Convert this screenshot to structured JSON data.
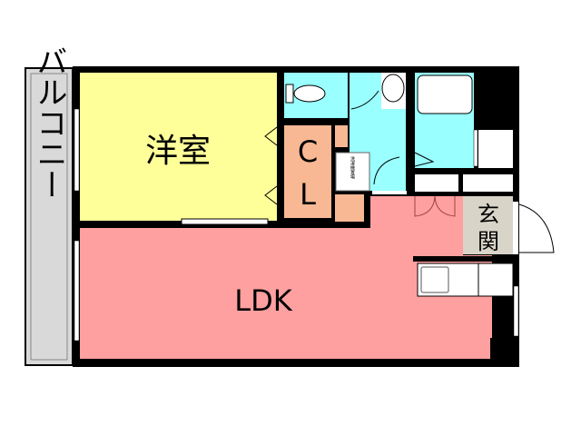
{
  "floor_plan": {
    "rooms": {
      "balcony": {
        "label": "バルコニー",
        "color": "#d9d9d9"
      },
      "western_room": {
        "label": "洋室",
        "color": "#ffff99"
      },
      "closet": {
        "label_top": "C",
        "label_bottom": "L",
        "color": "#f8b894"
      },
      "ldk": {
        "label": "LDK",
        "color": "#ffa0a0"
      },
      "entrance": {
        "label_top": "玄",
        "label_bottom": "関",
        "color": "#d8d4c8"
      },
      "toilet": {
        "color": "#99ffff"
      },
      "washroom": {
        "color": "#99ffff"
      },
      "bathroom": {
        "color": "#99ffff"
      }
    },
    "washer_space": {
      "label": "洗濯機置場"
    },
    "wall_color": "#000000"
  }
}
